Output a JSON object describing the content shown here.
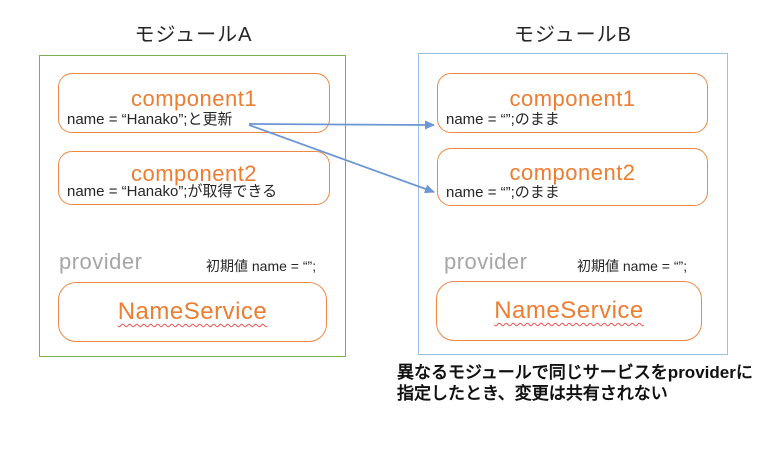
{
  "module_a": {
    "title": "モジュールA",
    "component1": {
      "name": "component1",
      "note": "name = “Hanako”;と更新"
    },
    "component2": {
      "name": "component2",
      "note": "name = “Hanako”;が取得できる"
    },
    "provider_label": "provider",
    "initial_value": "初期値 name = “”;",
    "service": "NameService"
  },
  "module_b": {
    "title": "モジュールB",
    "component1": {
      "name": "component1",
      "note": "name = “”;のまま"
    },
    "component2": {
      "name": "component2",
      "note": "name = “”;のまま"
    },
    "provider_label": "provider",
    "initial_value": "初期値 name = “”;",
    "service": "NameService"
  },
  "caption": {
    "line1": "異なるモジュールで同じサービスをproviderに",
    "line2": "指定したとき、変更は共有されない"
  },
  "colors": {
    "module_a_border": "#7cae58",
    "module_b_border": "#9cc0e4",
    "component_border": "#ed8844",
    "component_text": "#ed7d31",
    "provider_text": "#a6a6a6",
    "arrow": "#6c96d4",
    "squiggle": "#f04e4e",
    "caption_text": "#111111"
  }
}
